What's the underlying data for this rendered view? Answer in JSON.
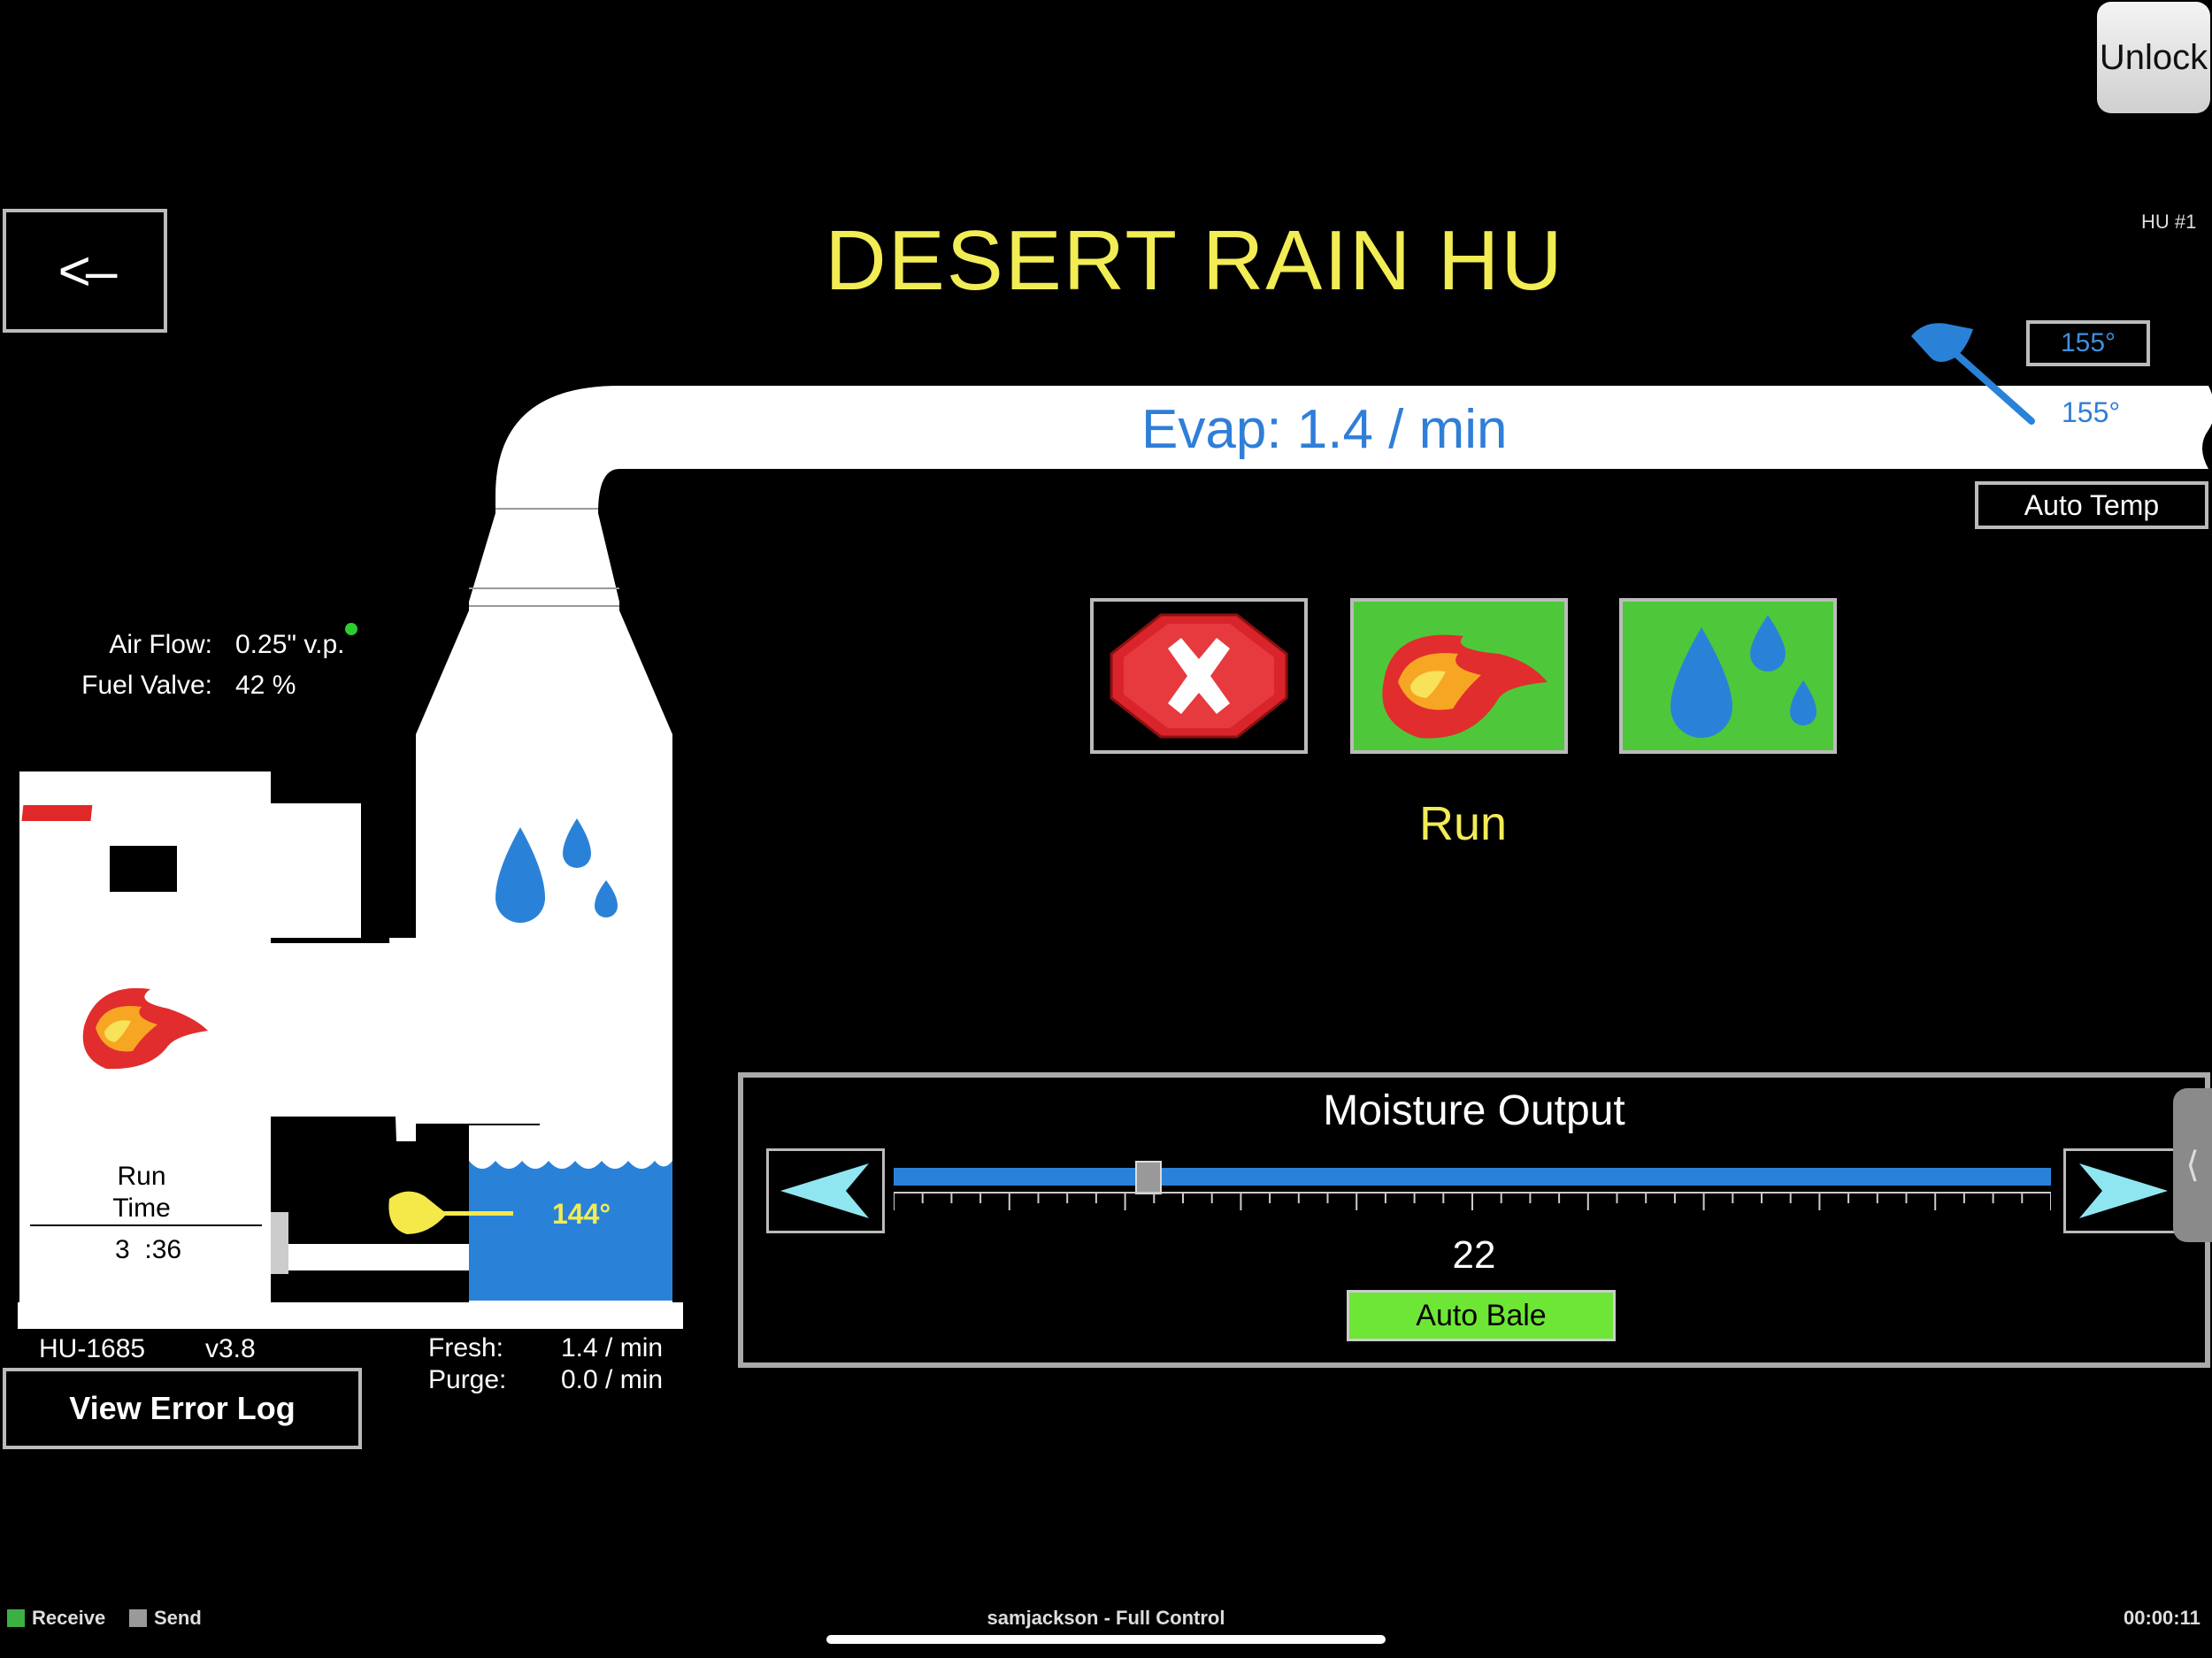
{
  "header": {
    "title": "DESERT RAIN HU",
    "unit_id": "HU #1",
    "unlock_label": "Unlock",
    "back_label": "<–"
  },
  "duct": {
    "evap": "Evap: 1.4 / min",
    "temp_setpoint": "155°",
    "temp_reading": "155°",
    "auto_temp_label": "Auto Temp"
  },
  "gauges": {
    "air_flow_label": "Air Flow:",
    "air_flow_value": "0.25\" v.p.",
    "fuel_valve_label": "Fuel Valve:",
    "fuel_valve_value": "42 %"
  },
  "controls": {
    "status": "Run",
    "stop_icon": "stop-icon",
    "burner_icon": "flame-icon",
    "water_icon": "water-drops-icon"
  },
  "moisture": {
    "title": "Moisture Output",
    "value": "22",
    "level_fraction": 0.22,
    "auto_bale_label": "Auto Bale"
  },
  "unit": {
    "run_time_label_line1": "Run",
    "run_time_label_line2": "Time",
    "run_time_value": "3  :36",
    "tank_temp": "144°",
    "model": "HU-1685",
    "version": "v3.8",
    "fresh_label": "Fresh:",
    "fresh_value": "1.4 / min",
    "purge_label": "Purge:",
    "purge_value": "0.0 / min",
    "error_log_label": "View Error Log"
  },
  "statusbar": {
    "receive_label": "Receive",
    "send_label": "Send",
    "session": "samjackson - Full Control",
    "timer": "00:00:11",
    "receive_color": "#3cb043",
    "send_color": "#9a9a9a"
  },
  "colors": {
    "title_yellow": "#f2ec55",
    "accent_blue": "#2f7ed8",
    "active_green": "#4ec83a"
  }
}
